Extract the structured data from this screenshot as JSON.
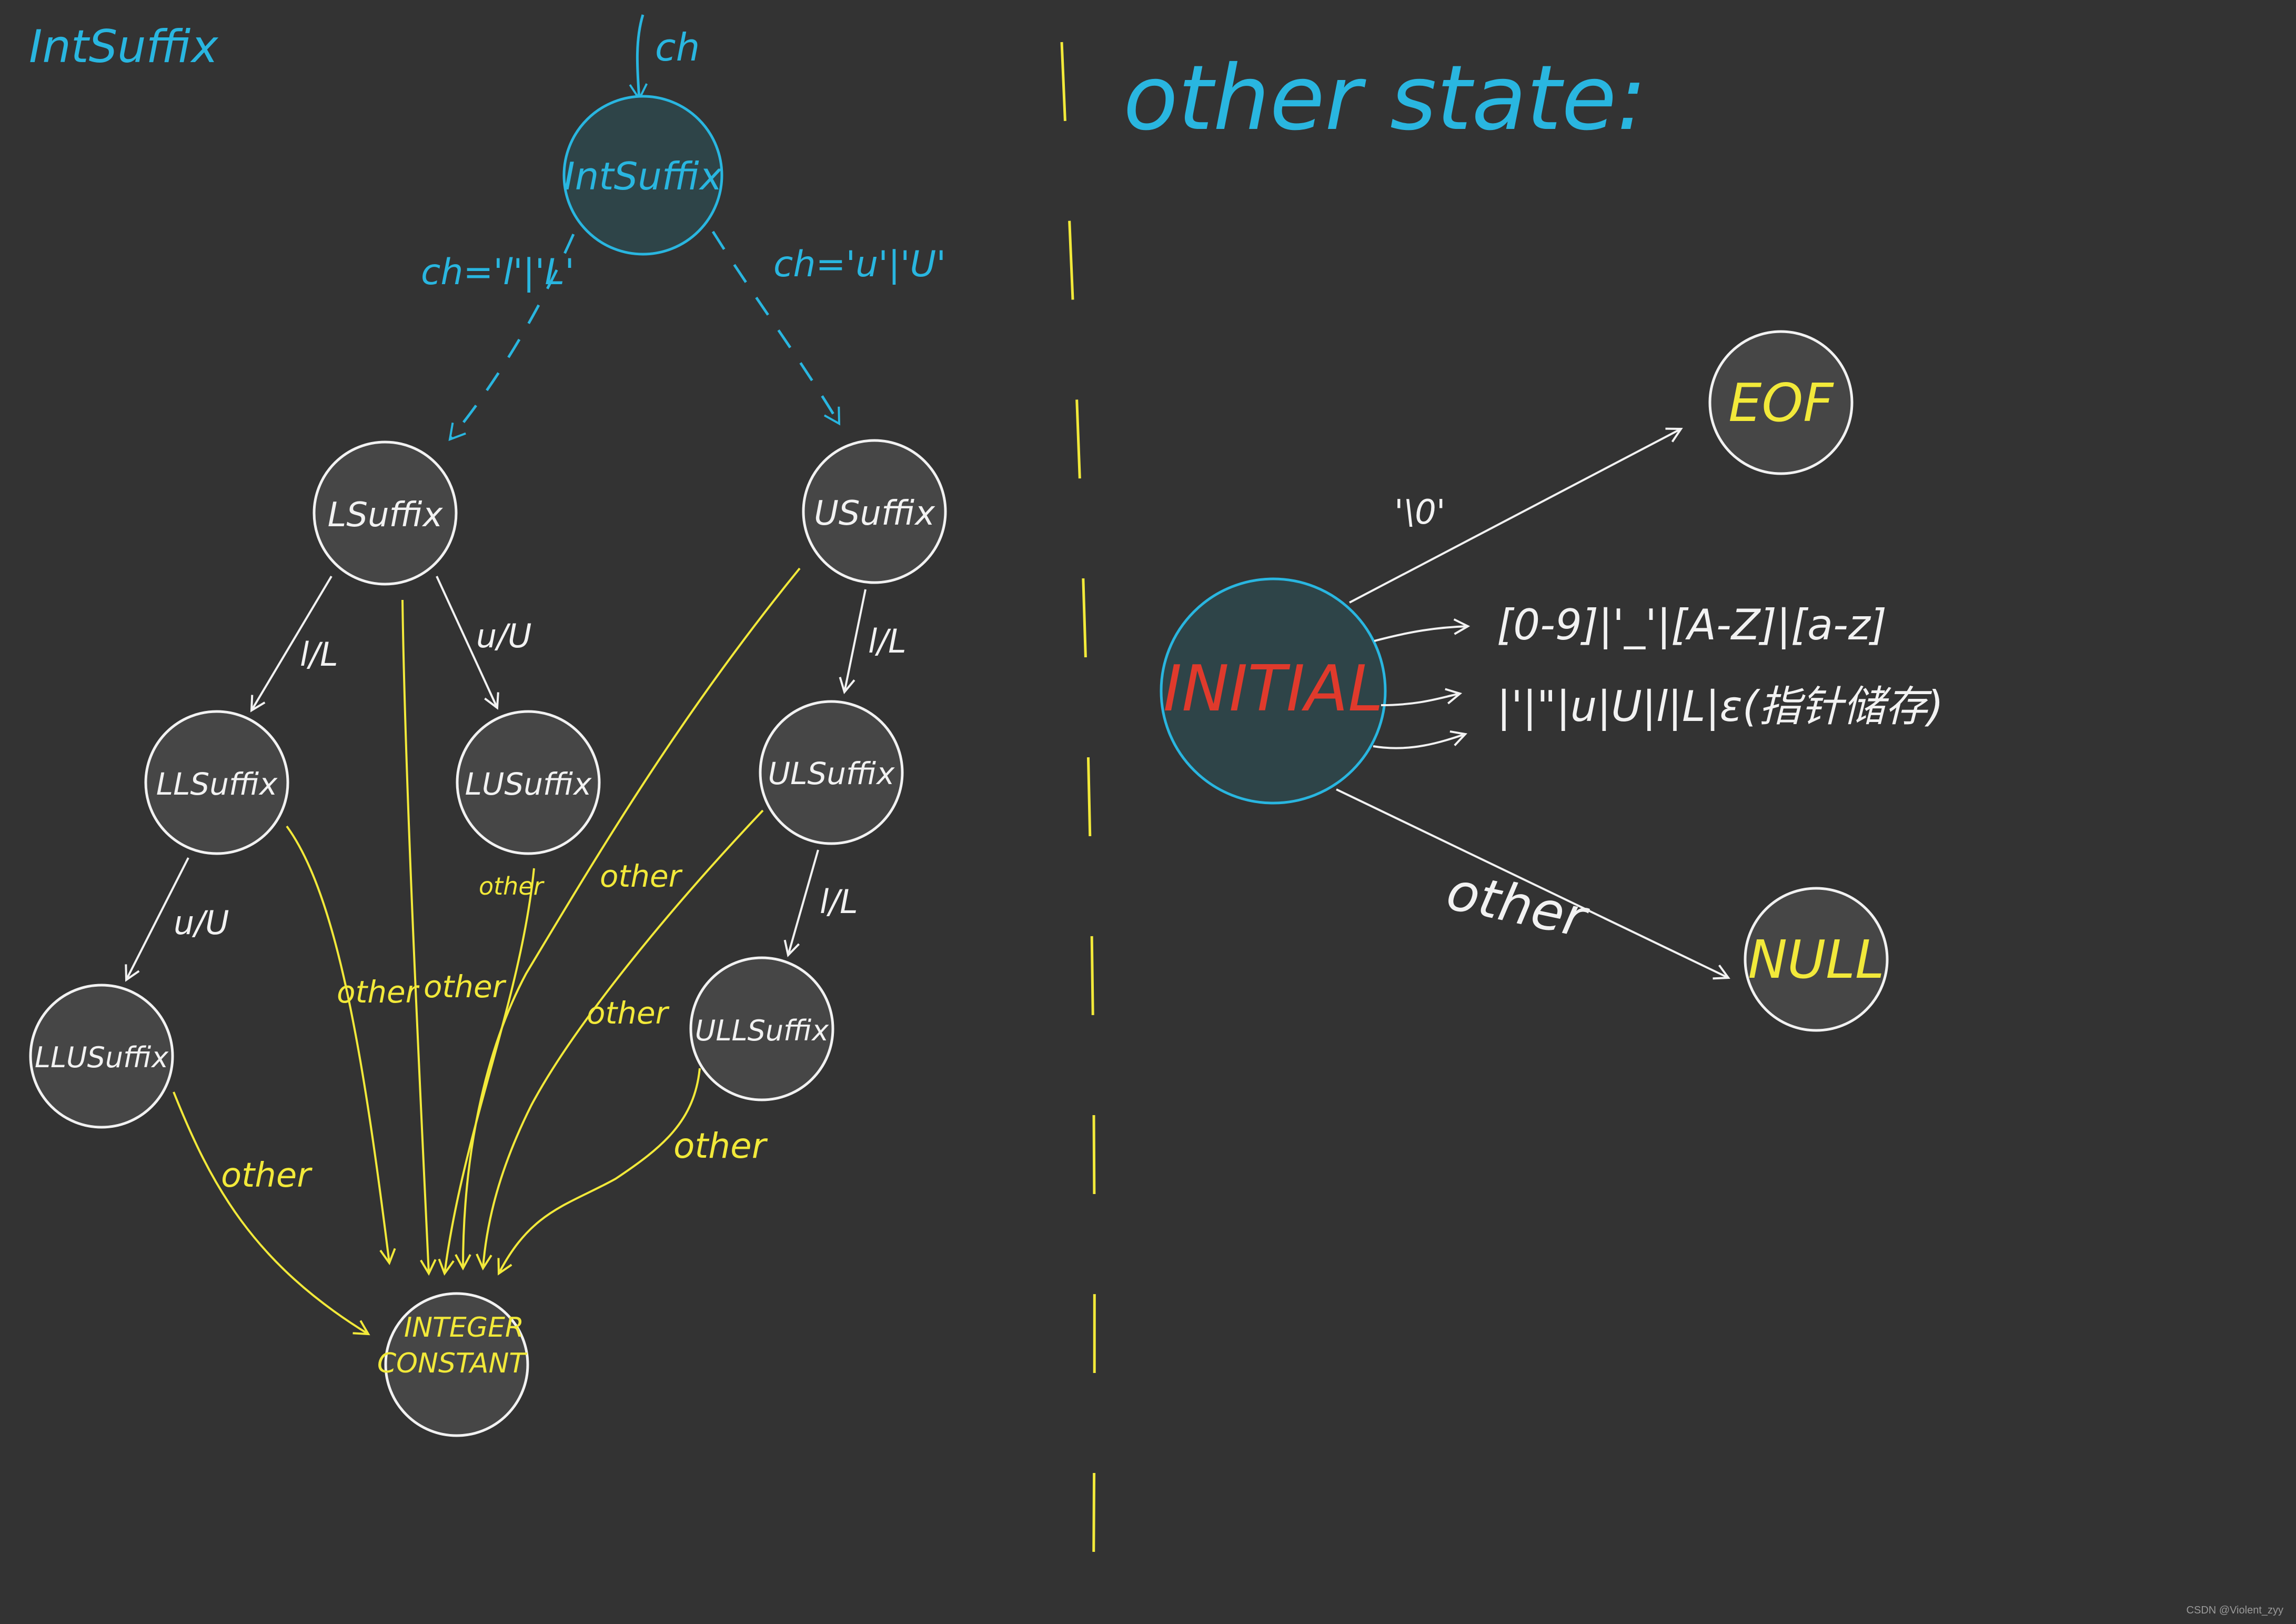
{
  "colors": {
    "background": "#333333",
    "cyan": "#29b6e0",
    "yellow": "#f2e93a",
    "white": "#f2f2f2",
    "red": "#e03a2c",
    "node_fill": "#464646",
    "cyan_fill": "#2e4448"
  },
  "left": {
    "heading": "IntSuffix",
    "entry_label": "ch",
    "start_node": "IntSuffix",
    "edge_l": "ch='l'|'L'",
    "edge_u": "ch='u'|'U'",
    "nodes": {
      "lsuffix": "LSuffix",
      "usuffix": "USuffix",
      "llsuffix": "LLSuffix",
      "lusuffix": "LUSuffix",
      "ulsuffix": "ULSuffix",
      "llusuffix": "LLUSuffix",
      "ullsuffix": "ULLSuffix",
      "integer_line1": "INTEGER",
      "integer_line2": "CONSTANT"
    },
    "edge_labels": {
      "l_to_ll": "l/L",
      "l_to_lu": "u/U",
      "u_to_ul": "l/L",
      "ll_to_llu": "u/U",
      "ul_to_ull": "l/L",
      "other": "other"
    }
  },
  "right": {
    "heading": "other state:",
    "initial": "INITIAL",
    "eof": "EOF",
    "null": "NULL",
    "edge_eof": "'\\0'",
    "row1": "[0-9]|'_'|[A-Z]|[a-z]",
    "row2": "|'|\"|u|U|l|L|ε(指针储存)",
    "edge_other": "other"
  },
  "watermark": "CSDN @Violent_zyy"
}
